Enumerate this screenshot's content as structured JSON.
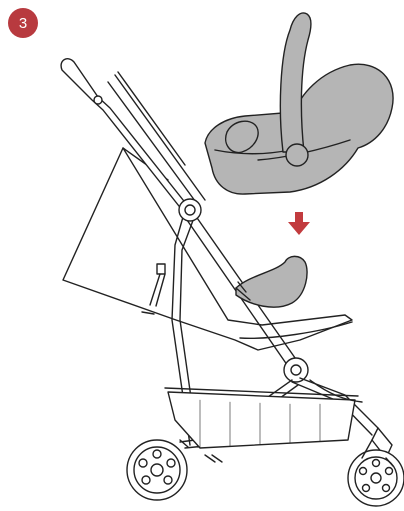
{
  "step": {
    "number": "3",
    "color": "#b83a3f"
  },
  "arrow": {
    "color": "#c23b3e",
    "direction": "down"
  },
  "illustration": {
    "subject": "stroller-with-infant-car-seat-and-adapter",
    "car_seat_fill": "#b5b5b5",
    "adapter_fill": "#b5b5b5",
    "line_color": "#222222"
  }
}
